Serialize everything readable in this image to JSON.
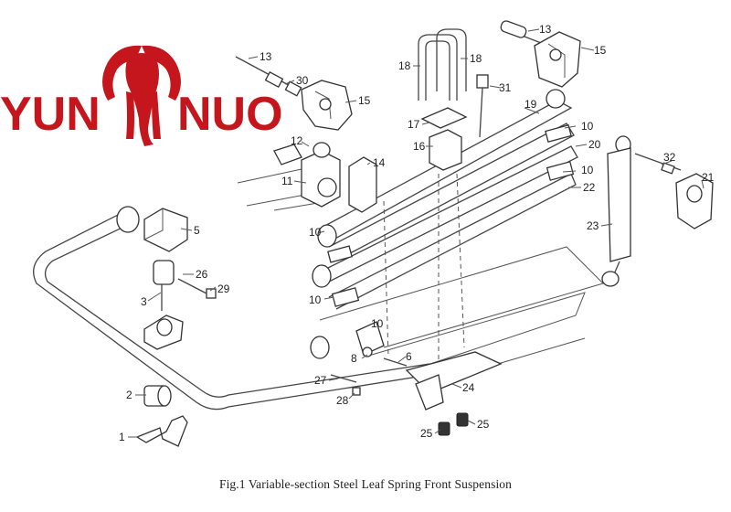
{
  "brand": {
    "name_left": "YUN",
    "name_right": "NUO",
    "color": "#c4161c"
  },
  "caption": "Fig.1 Variable-section Steel Leaf Spring Front Suspension",
  "callouts": [
    "1",
    "2",
    "3",
    "5",
    "6",
    "8",
    "10",
    "10",
    "10",
    "10",
    "10",
    "11",
    "12",
    "13",
    "13",
    "14",
    "15",
    "15",
    "16",
    "17",
    "18",
    "18",
    "19",
    "20",
    "21",
    "22",
    "23",
    "24",
    "25",
    "25",
    "26",
    "27",
    "28",
    "29",
    "30",
    "31",
    "32"
  ]
}
